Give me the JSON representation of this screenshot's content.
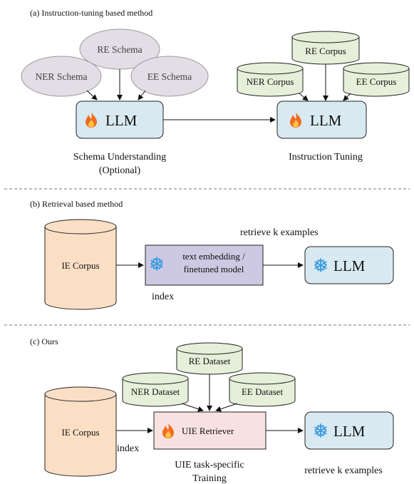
{
  "sections": {
    "a": {
      "title": "(a)   Instruction-tuning based method",
      "schemas": [
        "RE Schema",
        "NER Schema",
        "EE Schema"
      ],
      "llm_left": "LLM",
      "corpora": [
        "RE Corpus",
        "NER Corpus",
        "EE Corpus"
      ],
      "llm_right": "LLM",
      "caption_left_line1": "Schema Understanding",
      "caption_left_line2": "(Optional)",
      "caption_right": "Instruction Tuning"
    },
    "b": {
      "title": "(b)   Retrieval based method",
      "corpus": "IE Corpus",
      "embed_line1": "text embedding /",
      "embed_line2": "finetuned model",
      "llm": "LLM",
      "retrieve_label": "retrieve k examples",
      "index_label": "index"
    },
    "c": {
      "title": "(c)   Ours",
      "datasets": [
        "RE Dataset",
        "NER Dataset",
        "EE Dataset"
      ],
      "corpus": "IE Corpus",
      "retriever": "UIE Retriever",
      "llm": "LLM",
      "index_label": "index",
      "caption_line1": "UIE task-specific",
      "caption_line2": "Training",
      "retrieve_label": "retrieve k examples"
    }
  },
  "icons": {
    "trainable": "fire-icon",
    "frozen": "snowflake-icon"
  },
  "colors": {
    "llm_box": "#d9e9f1",
    "schema_ellipse": "#e3dde6",
    "corpus_cylinder": "#e5efd9",
    "ie_corpus": "#fbdfc5",
    "embed_box": "#cdc9e2",
    "retriever_box": "#f8e1e1",
    "snowflake": "#3a9be0",
    "flame": "#f26b1d"
  }
}
